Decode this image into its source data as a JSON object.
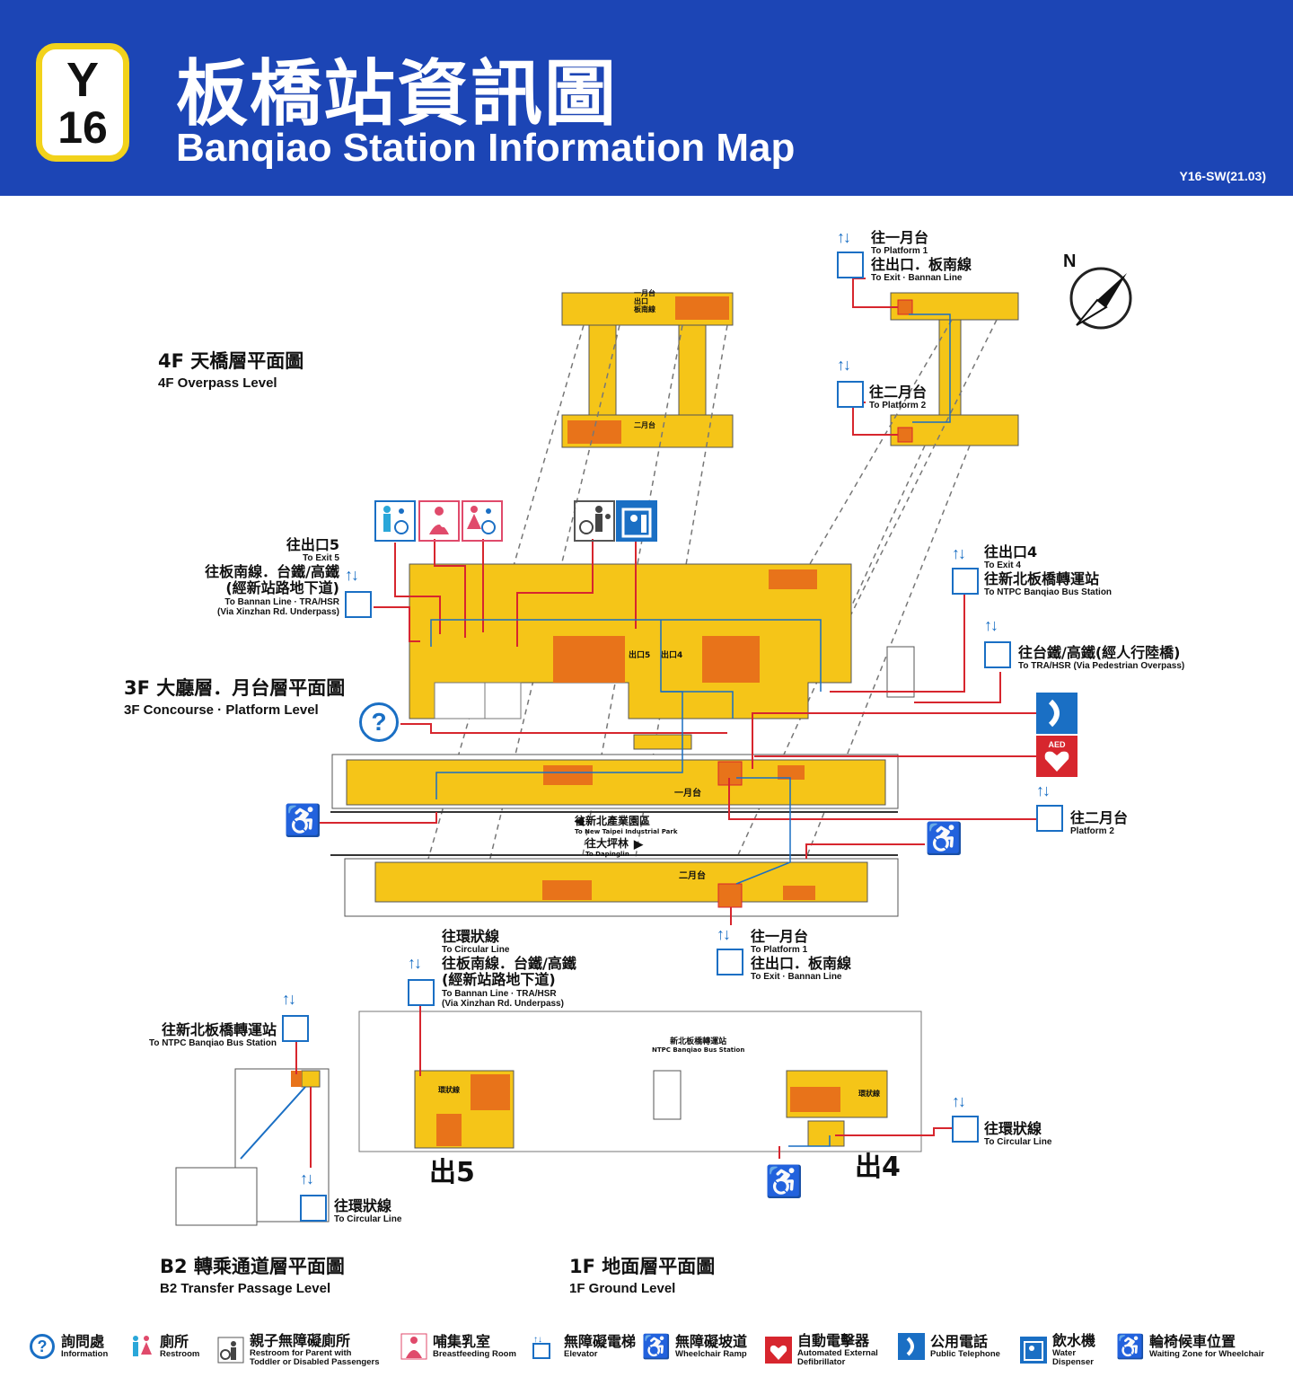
{
  "header": {
    "badge_line": "Y",
    "badge_number": "16",
    "title_zh": "板橋站資訊圖",
    "title_en": "Banqiao Station Information Map",
    "map_code": "Y16-SW(21.03)"
  },
  "compass": {
    "label": "N"
  },
  "levels": {
    "f4": {
      "zh": "4F  天橋層平面圖",
      "en": "4F   Overpass  Level"
    },
    "f3": {
      "zh": "3F  大廳層．月台層平面圖",
      "en": "3F    Concourse · Platform Level"
    },
    "b2": {
      "zh": "B2  轉乘通道層平面圖",
      "en": "B2    Transfer Passage  Level"
    },
    "f1": {
      "zh": "1F  地面層平面圖",
      "en": "1F    Ground  Level"
    }
  },
  "signs": {
    "f4_left": {
      "zh1": "往一月台",
      "en1": "To Platform 1",
      "zh2": "往出口．板南線",
      "en2": "To Exit · Bannan Line"
    },
    "f4_mid": {
      "zh1": "往二月台",
      "en1": "To Platform 2"
    },
    "exit5_upper": {
      "zh1": "往出口5",
      "en1": "To Exit 5",
      "zh2": "往板南線．台鐵/高鐵",
      "zh3": "(經新站路地下道)",
      "en2": "To Bannan Line · TRA/HSR",
      "en3": "(Via Xinzhan Rd. Underpass)"
    },
    "exit4_upper": {
      "zh1": "往出口4",
      "en1": "To Exit 4",
      "zh2": "往新北板橋轉運站",
      "en2": "To NTPC Banqiao Bus Station"
    },
    "tra_overpass": {
      "zh1": "往台鐵/高鐵(經人行陸橋)",
      "en1": "To TRA/HSR (Via Pedestrian Overpass)"
    },
    "p2_right": {
      "zh1": "往二月台",
      "en1": "Platform 2"
    },
    "p1_bottom": {
      "zh1": "往一月台",
      "en1": "To Platform 1",
      "zh2": "往出口．板南線",
      "en2": "To Exit · Bannan Line"
    },
    "circular_1f": {
      "zh1": "往環狀線",
      "en1": "To Circular Line",
      "zh2": "往板南線．台鐵/高鐵",
      "zh3": "(經新站路地下道)",
      "en2": "To Bannan Line · TRA/HSR",
      "en3": "(Via Xinzhan Rd. Underpass)"
    },
    "bus_b2": {
      "zh1": "往新北板橋轉運站",
      "en1": "To NTPC Banqiao Bus Station"
    },
    "circular_b2": {
      "zh1": "往環狀線",
      "en1": "To Circular Line"
    },
    "circular_exit4": {
      "zh1": "往環狀線",
      "en1": "To Circular Line"
    }
  },
  "map_labels": {
    "platform1": "一月台",
    "platform2": "二月台",
    "exit": "出口",
    "bannan": "板南線",
    "exit5": "出口5",
    "exit4": "出口4",
    "to_industrial_zh": "往新北產業園區",
    "to_industrial_en": "To New Taipei Industrial Park",
    "to_dapinglin_zh": "往大坪林",
    "to_dapinglin_en": "To Dapinglin",
    "bus_station_zh": "新北板橋轉運站",
    "bus_station_en": "NTPC Banqiao Bus Station",
    "circular": "環狀線",
    "exit5_big": "出5",
    "exit4_big": "出4"
  },
  "legend": [
    {
      "zh": "詢問處",
      "en": "Information",
      "icon": "information-icon"
    },
    {
      "zh": "廁所",
      "en": "Restroom",
      "icon": "restroom-icon"
    },
    {
      "zh": "親子無障礙廁所",
      "en": "Restroom for Parent with Toddler or Disabled Passengers",
      "icon": "family-restroom-icon"
    },
    {
      "zh": "哺集乳室",
      "en": "Breastfeeding Room",
      "icon": "breastfeeding-icon"
    },
    {
      "zh": "無障礙電梯",
      "en": "Elevator",
      "icon": "elevator-icon"
    },
    {
      "zh": "無障礙坡道",
      "en": "Wheelchair Ramp",
      "icon": "wheelchair-ramp-icon"
    },
    {
      "zh": "自動電擊器",
      "en": "Automated External Defibrillator",
      "icon": "aed-icon"
    },
    {
      "zh": "公用電話",
      "en": "Public Telephone",
      "icon": "telephone-icon"
    },
    {
      "zh": "飲水機",
      "en": "Water Dispenser",
      "icon": "water-dispenser-icon"
    },
    {
      "zh": "輪椅候車位置",
      "en": "Waiting Zone for Wheelchair",
      "icon": "wheelchair-zone-icon"
    }
  ],
  "colors": {
    "header_blue": "#1c45b5",
    "badge_yellow": "#f2d21b",
    "floor_yellow": "#f5c518",
    "stair_orange": "#e8731a",
    "route_red": "#d7262e",
    "route_blue": "#1a6fc4"
  }
}
